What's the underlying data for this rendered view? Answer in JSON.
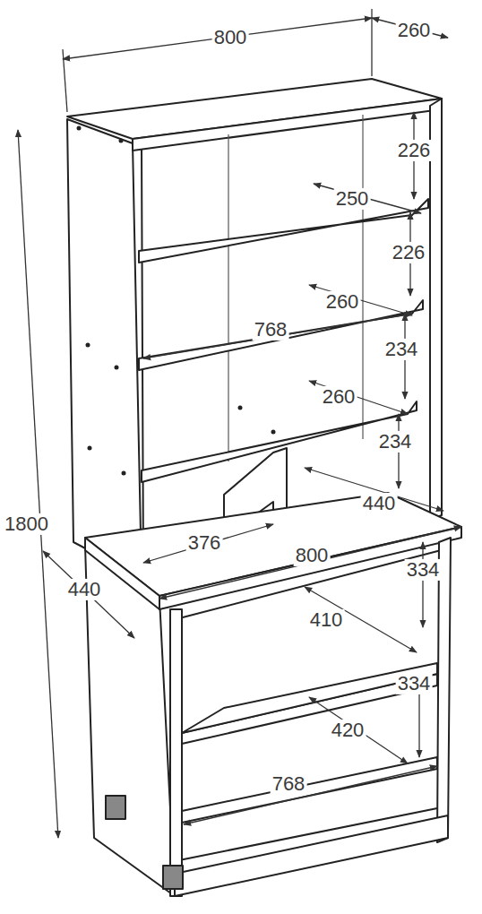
{
  "diagram": {
    "labels": [
      "800",
      "260",
      "226",
      "250",
      "226",
      "260",
      "768",
      "234",
      "260",
      "234",
      "440",
      "1800",
      "376",
      "800",
      "440",
      "334",
      "410",
      "334",
      "420",
      "768"
    ]
  }
}
